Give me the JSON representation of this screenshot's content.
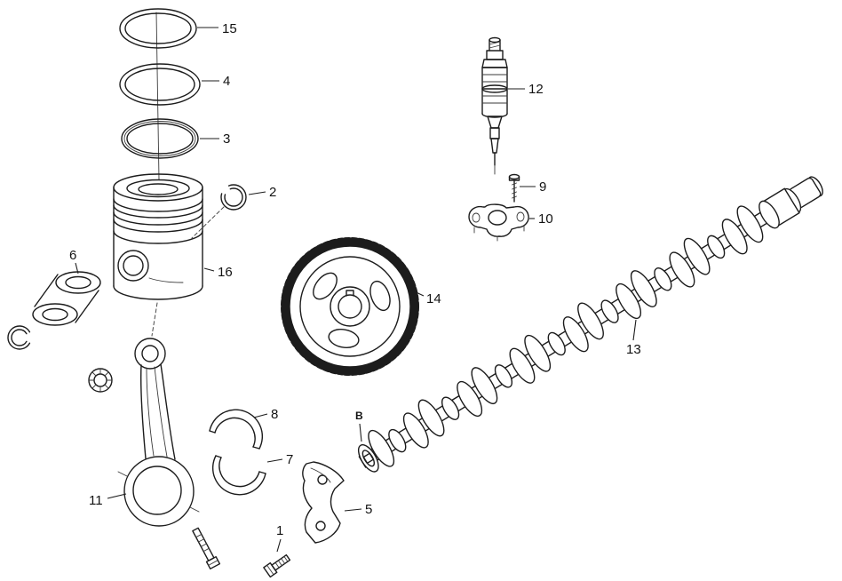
{
  "figure": {
    "background": "#ffffff",
    "line_color": "#1c1c1c",
    "callouts": [
      {
        "label": "15",
        "text": [
          250,
          37
        ],
        "line": [
          246,
          31,
          222,
          31
        ]
      },
      {
        "label": "4",
        "text": [
          251,
          96
        ],
        "line": [
          247,
          91,
          227,
          91
        ]
      },
      {
        "label": "3",
        "text": [
          251,
          161
        ],
        "line": [
          247,
          156,
          225,
          156
        ]
      },
      {
        "label": "2",
        "text": [
          303,
          221
        ],
        "line": [
          299,
          216,
          280,
          219
        ]
      },
      {
        "label": "16",
        "text": [
          245,
          311
        ],
        "line": [
          241,
          305,
          230,
          302
        ]
      },
      {
        "label": "6",
        "text": [
          78,
          292
        ],
        "line": [
          85,
          296,
          88,
          308
        ]
      },
      {
        "label": "8",
        "text": [
          305,
          471
        ],
        "line": [
          301,
          466,
          286,
          470
        ]
      },
      {
        "label": "7",
        "text": [
          322,
          522
        ],
        "line": [
          318,
          517,
          301,
          520
        ]
      },
      {
        "label": "11",
        "text": [
          100,
          568
        ],
        "line": [
          121,
          561,
          142,
          556
        ]
      },
      {
        "label": "1",
        "text": [
          311,
          602
        ],
        "line": [
          316,
          607,
          312,
          621
        ]
      },
      {
        "label": "5",
        "text": [
          411,
          578
        ],
        "line": [
          407,
          573,
          388,
          575
        ]
      },
      {
        "label": "14",
        "text": [
          480,
          341
        ],
        "line": [
          477,
          333,
          462,
          326
        ]
      },
      {
        "label": "12",
        "text": [
          595,
          105
        ],
        "line": [
          591,
          100,
          572,
          100
        ]
      },
      {
        "label": "9",
        "text": [
          607,
          215
        ],
        "line": [
          603,
          210,
          585,
          210
        ]
      },
      {
        "label": "10",
        "text": [
          606,
          251
        ],
        "line": [
          602,
          246,
          596,
          246
        ]
      },
      {
        "label": "13",
        "text": [
          705,
          398
        ],
        "line": [
          713,
          383,
          716,
          360
        ]
      }
    ],
    "annotations": [
      {
        "label": "B",
        "text": [
          400,
          472
        ],
        "line": [
          405,
          477,
          407,
          497
        ]
      }
    ]
  }
}
